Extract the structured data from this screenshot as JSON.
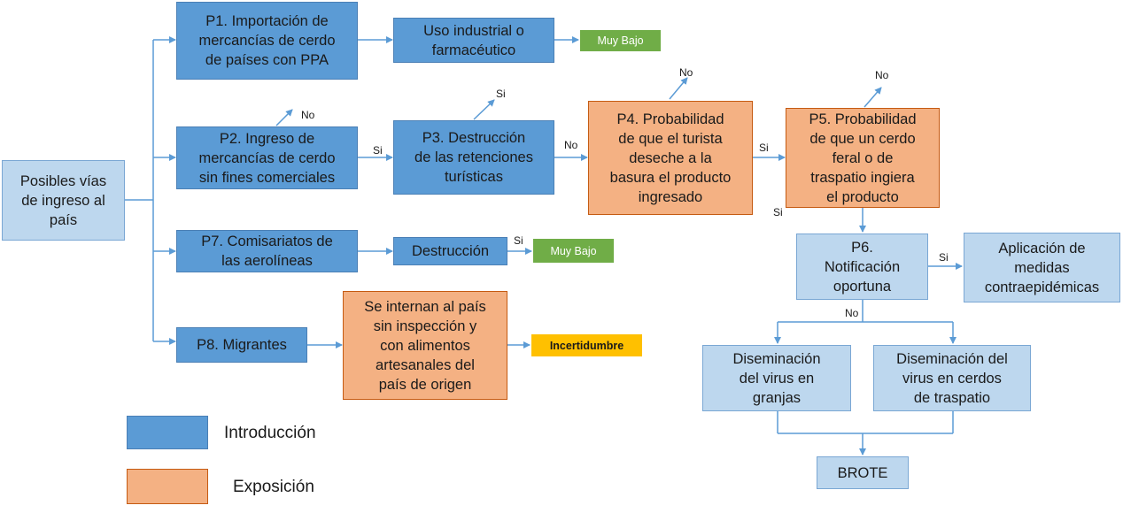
{
  "nodes": {
    "origin": "Posibles vías\nde ingreso al\npaís",
    "p1": "P1. Importación de\nmercancías de cerdo\nde países con PPA",
    "uso": "Uso industrial o\nfarmacéutico",
    "p2": "P2. Ingreso de\nmercancías de cerdo\nsin fines comerciales",
    "p3": "P3. Destrucción\nde las retenciones\nturísticas",
    "p4": "P4. Probabilidad\nde que el turista\ndeseche a la\nbasura el producto\ningresado",
    "p5": "P5. Probabilidad\nde que un cerdo\nferal o de\ntraspatio ingiera\nel producto",
    "p7": "P7. Comisariatos de\nlas aerolíneas",
    "destruccion": "Destrucción",
    "p6": "P6.\nNotificación\noportuna",
    "medidas": "Aplicación de\nmedidas\ncontraepidémicas",
    "p8": "P8. Migrantes",
    "internan": "Se internan al país\nsin inspección y\ncon alimentos\nartesanales del\npaís de origen",
    "granjas": "Diseminación\ndel virus en\ngranjas",
    "traspatio": "Diseminación del\nvirus en cerdos\nde traspatio",
    "brote": "BROTE"
  },
  "outcomes": {
    "p1": "Muy Bajo",
    "p7": "Muy Bajo",
    "p8": "Incertidumbre"
  },
  "edge_labels": {
    "p2_no": "No",
    "p2_si": "Si",
    "p3_si": "Si",
    "p3_no": "No",
    "p4_no": "No",
    "p4_si": "Si",
    "p5_no": "No",
    "p5_si": "Si",
    "destruccion_si": "Si",
    "p6_si": "Si",
    "p6_no": "No"
  },
  "legend": [
    {
      "label": "Introducción",
      "color": "#5b9bd5"
    },
    {
      "label": "Exposición",
      "color": "#f4b183"
    }
  ],
  "colors": {
    "introduccion": "#5b9bd5",
    "exposicion": "#f4b183",
    "light_blue": "#bdd7ee",
    "green": "#70ad47",
    "yellow": "#ffc000",
    "arrow": "#5b9bd5"
  }
}
